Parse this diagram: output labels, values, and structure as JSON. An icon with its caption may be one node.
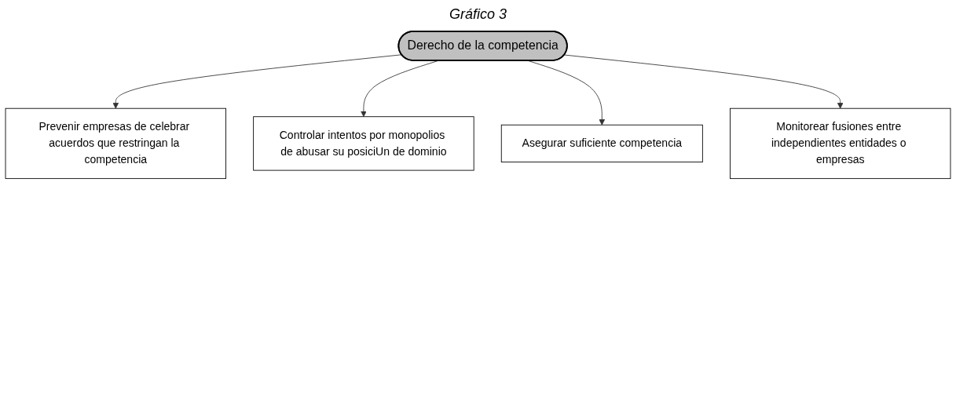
{
  "diagram": {
    "title": "Gráfico 3",
    "nodes": [
      {
        "text": [
          "Prevenir empresas de celebrar acuerdos que restringan la competencia"
        ]
      },
      {
        "text": [
          "Controlar intentos por monopolios de abusar su posiciUn de dominio"
        ]
      },
      {
        "text": [
          "Derecho de la competencia"
        ]
      },
      {
        "text": [
          "Asegurar suficiente competencia"
        ]
      },
      {
        "text": [
          "Monitorear fusiones entre independientes entidades o empresas"
        ]
      }
    ],
    "edges": [
      {
        "from": 2,
        "to": 0,
        "arrow": "to"
      },
      {
        "from": 2,
        "to": 1,
        "arrow": "to"
      },
      {
        "from": 2,
        "to": 3,
        "arrow": "to"
      },
      {
        "from": 2,
        "to": 4,
        "arrow": "to"
      }
    ]
  }
}
